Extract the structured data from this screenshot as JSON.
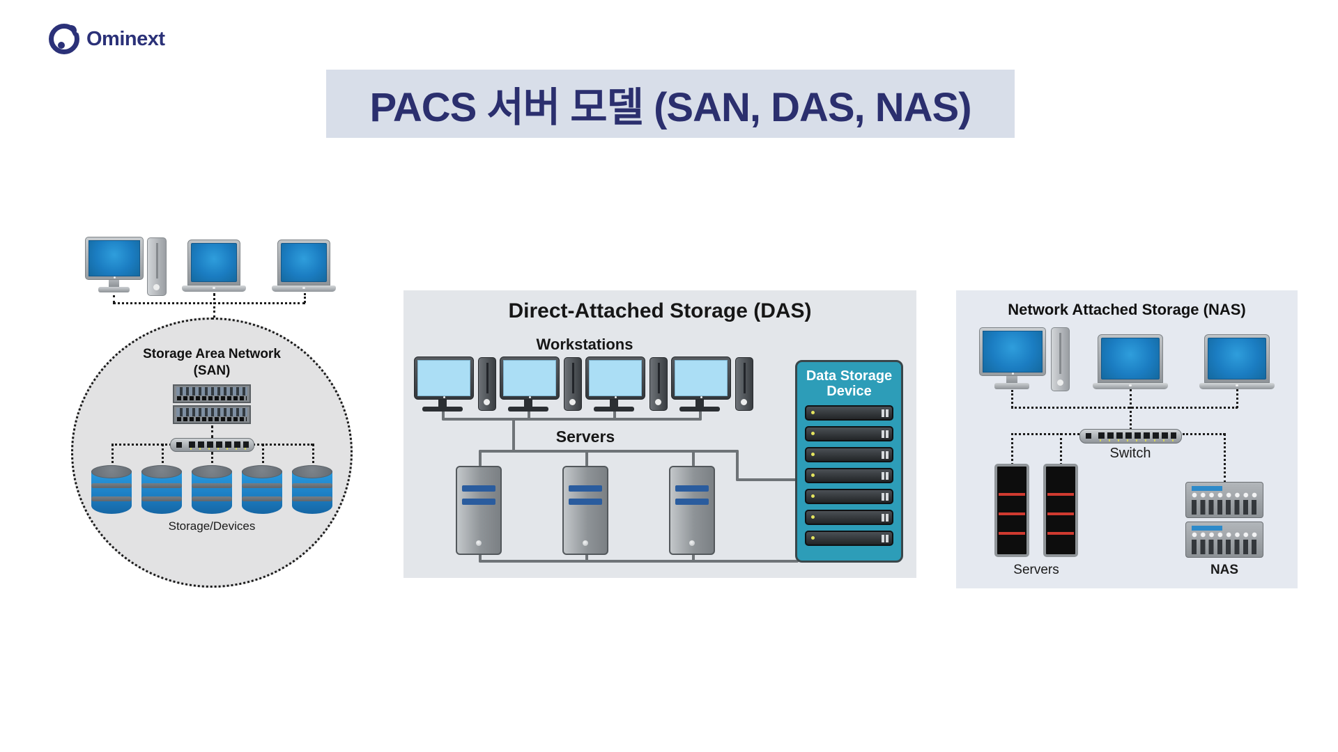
{
  "logo": {
    "text": "Ominext"
  },
  "title": "PACS 서버 모델 (SAN, DAS, NAS)",
  "san": {
    "label_line1": "Storage Area Network",
    "label_line2": "(SAN)",
    "storage_label": "Storage/Devices"
  },
  "das": {
    "title": "Direct-Attached Storage (DAS)",
    "workstations_label": "Workstations",
    "servers_label": "Servers",
    "storage_device_label": "Data Storage Device"
  },
  "nas": {
    "title": "Network Attached Storage (NAS)",
    "switch_label": "Switch",
    "servers_label": "Servers",
    "nas_label": "NAS"
  },
  "colors": {
    "accent_navy": "#2b3178",
    "title_bg": "#d8dee9",
    "screen_blue": "#1c7fc0",
    "das_screen_blue": "#abdef5",
    "storage_teal": "#2d9db8",
    "server_stripe_red": "#cf3a30"
  }
}
